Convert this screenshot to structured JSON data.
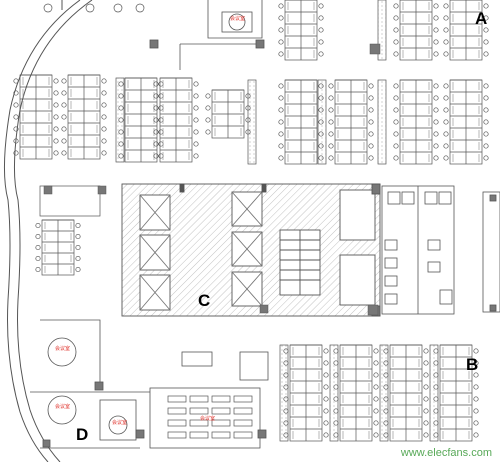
{
  "zones": [
    {
      "id": "A",
      "label": "A"
    },
    {
      "id": "B",
      "label": "B"
    },
    {
      "id": "C",
      "label": "C"
    },
    {
      "id": "D",
      "label": "D"
    }
  ],
  "room_labels": [
    "会议室",
    "会议室",
    "会议室",
    "会议室",
    "会议室"
  ],
  "watermark": "www.elecfans.com",
  "colors": {
    "line": "#555555",
    "hatch": "#9a9a9a",
    "label_red": "#e0322c",
    "watermark": "#3a9a3a"
  }
}
